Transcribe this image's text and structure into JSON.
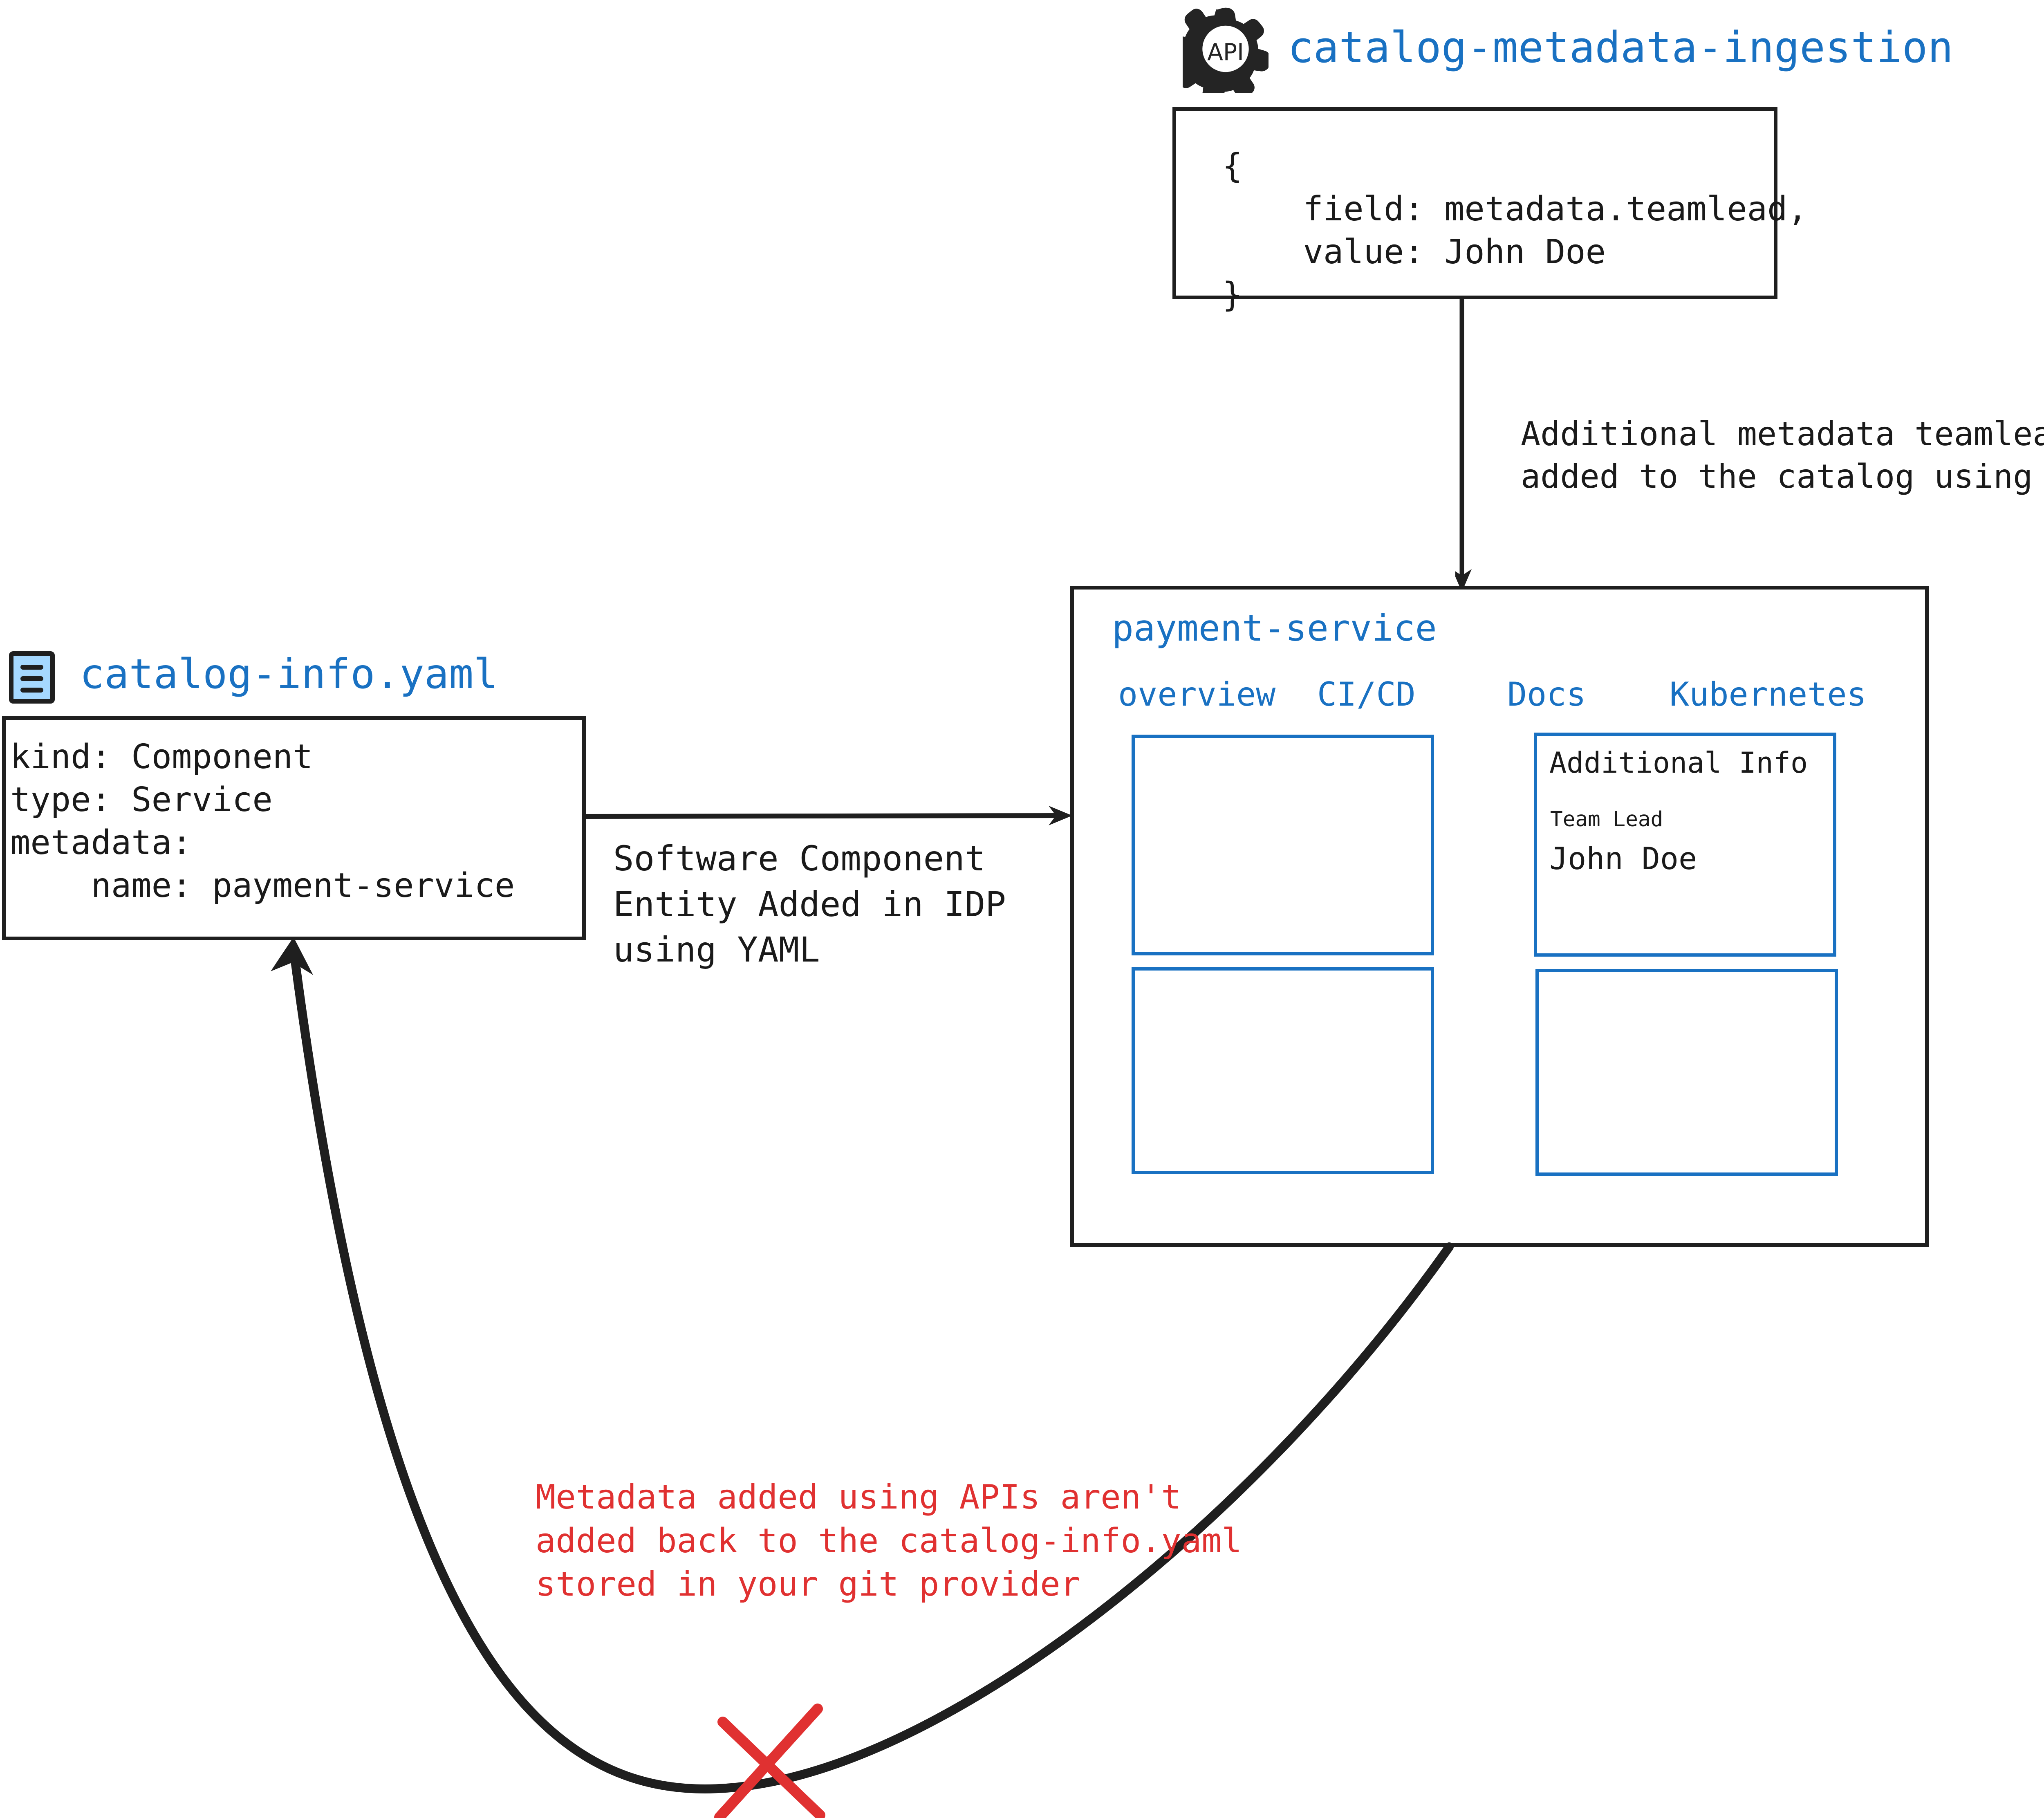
{
  "api_source": {
    "title": "catalog-metadata-ingestion",
    "icon": "api-gear-icon",
    "icon_label": "API",
    "code": "{\n    field: metadata.teamlead,\n    value: John Doe\n}"
  },
  "yaml_source": {
    "title": "catalog-info.yaml",
    "icon": "yaml-file-icon",
    "code": "kind: Component\ntype: Service\nmetadata:\n    name: payment-service"
  },
  "connectors": {
    "vertical_label": "Additional metadata teamlead\nadded to the catalog using APIs",
    "horizontal_label": "Software Component\nEntity Added in IDP\nusing YAML",
    "warning_label": "Metadata added using APIs aren't\nadded back to the catalog-info.yaml\nstored in your git provider"
  },
  "panel": {
    "title": "payment-service",
    "tabs": [
      {
        "label": "overview"
      },
      {
        "label": "CI/CD"
      },
      {
        "label": "Docs"
      },
      {
        "label": "Kubernetes"
      }
    ],
    "cards": {
      "top_left": {
        "content": ""
      },
      "top_right": {
        "title": "Additional Info",
        "field_label": "Team Lead",
        "field_value": "John Doe"
      },
      "bottom_left": {
        "content": ""
      },
      "bottom_right": {
        "content": ""
      }
    }
  },
  "colors": {
    "accent_blue": "#1971c2",
    "ink": "#1f1f1f",
    "warning_red": "#e03131",
    "icon_fill": "#a5d8ff"
  }
}
